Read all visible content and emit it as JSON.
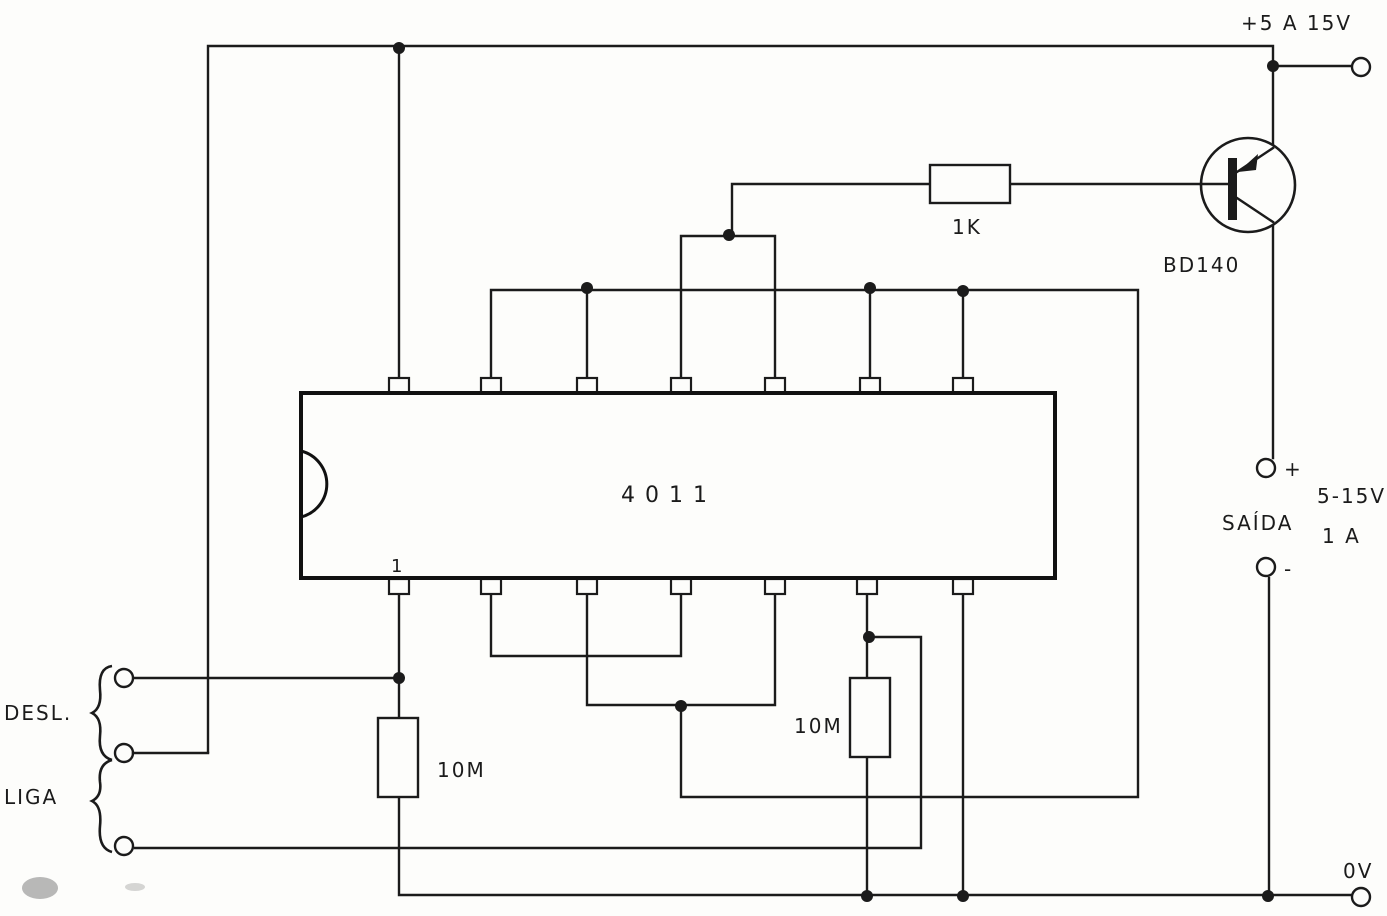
{
  "labels": {
    "supply": "+5 A 15V",
    "transistor": "BD140",
    "r_base": "1K",
    "ic": "4011",
    "pin1": "1",
    "r_left": "10M",
    "r_right": "10M",
    "output": "SAÍDA",
    "out_plus": "+",
    "out_minus": "-",
    "out_voltage": "5-15V",
    "out_current": "1 A",
    "ground": "0V",
    "off_switch": "DESL.",
    "on_switch": "LIGA"
  }
}
